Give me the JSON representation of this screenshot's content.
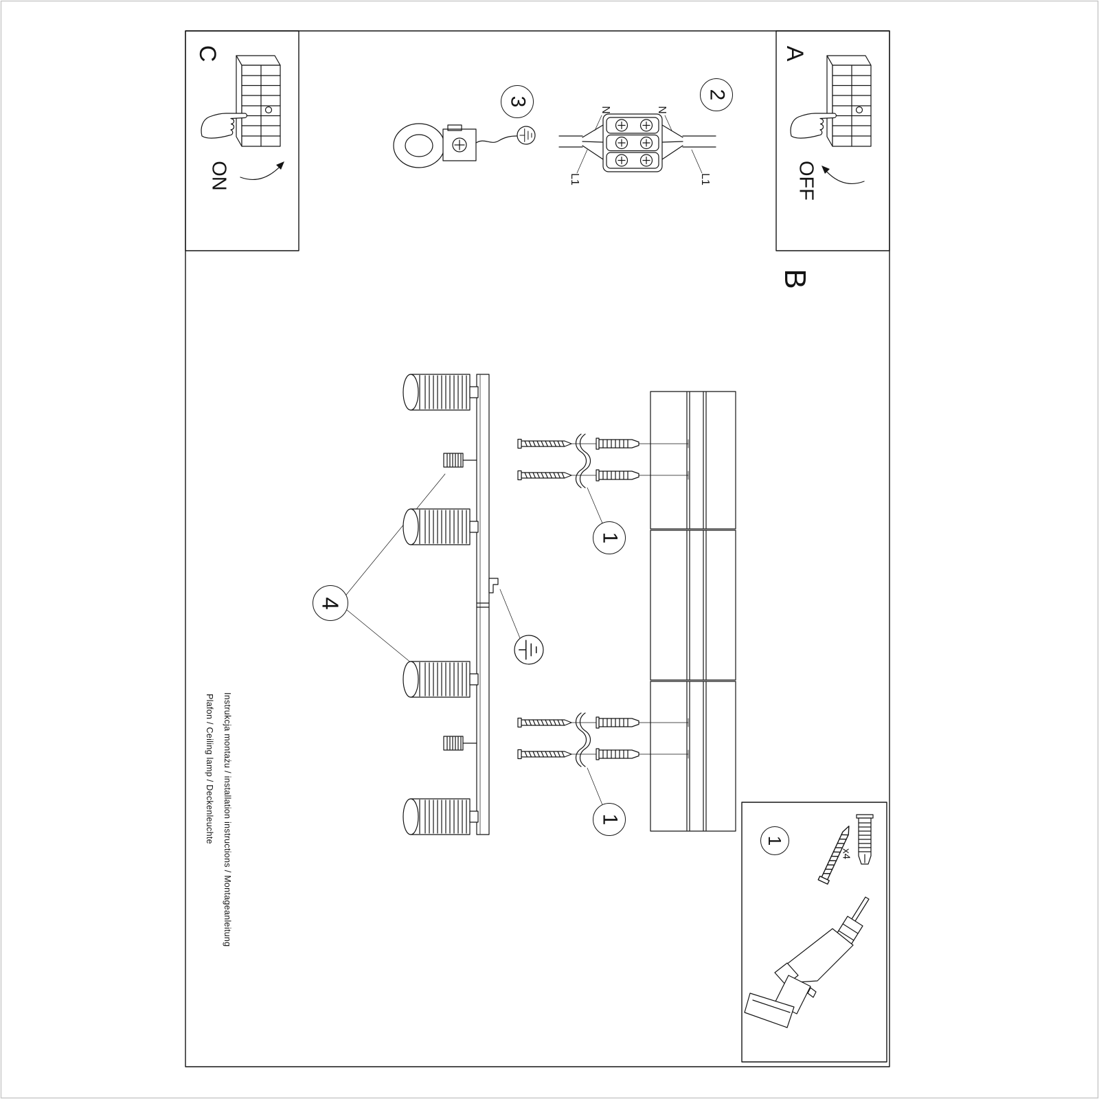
{
  "page": {
    "footer": {
      "line1": "Instrukcja montażu / installation instructions / Montageanleitung",
      "line2": "Plafon / Ceiling lamp / Deckenleuchte"
    },
    "sections": {
      "a": {
        "label": "A",
        "state": "OFF"
      },
      "b": {
        "label": "B"
      },
      "c": {
        "label": "C",
        "state": "ON"
      }
    },
    "steps": {
      "s1": "1",
      "s2": "2",
      "s3": "3",
      "s4": "4"
    },
    "wiring": {
      "n_left": "N",
      "n_right": "N",
      "l1_left": "L1",
      "l1_right": "L1"
    },
    "parts_box": {
      "step": "1",
      "qty": "x4"
    }
  }
}
